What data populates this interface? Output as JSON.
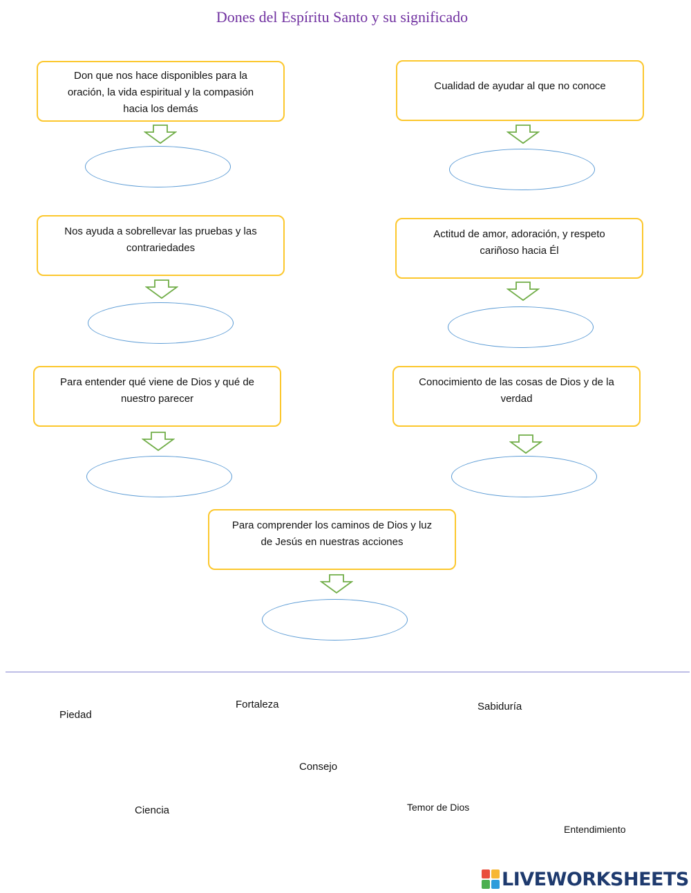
{
  "title": "Dones del Espíritu Santo y su significado",
  "definitions": [
    "Don que nos hace disponibles para la oración, la vida espiritual y la compasión hacia los demás",
    "Cualidad de ayudar al que no conoce",
    "Nos ayuda a sobrellevar las pruebas y las contrariedades",
    "Actitud de amor, adoración, y respeto cariñoso hacia Él",
    "Para entender qué viene de Dios y qué de nuestro parecer",
    "Conocimiento de las cosas de Dios y de la verdad",
    "Para comprender los caminos de Dios y luz de Jesús en nuestras acciones"
  ],
  "answers": [
    "",
    "",
    "",
    "",
    "",
    "",
    ""
  ],
  "word_bank": [
    "Piedad",
    "Fortaleza",
    "Sabiduría",
    "Consejo",
    "Ciencia",
    "Temor de Dios",
    "Entendimiento"
  ],
  "logo": {
    "text": "LIVEWORKSHEETS",
    "colors": [
      "#e94e3c",
      "#f7b733",
      "#4caf50",
      "#2d9cdb"
    ]
  },
  "colors": {
    "box_border": "#fcc72c",
    "arrow": "#70ad47",
    "oval_border": "#5b9bd5",
    "title": "#7030a0"
  }
}
